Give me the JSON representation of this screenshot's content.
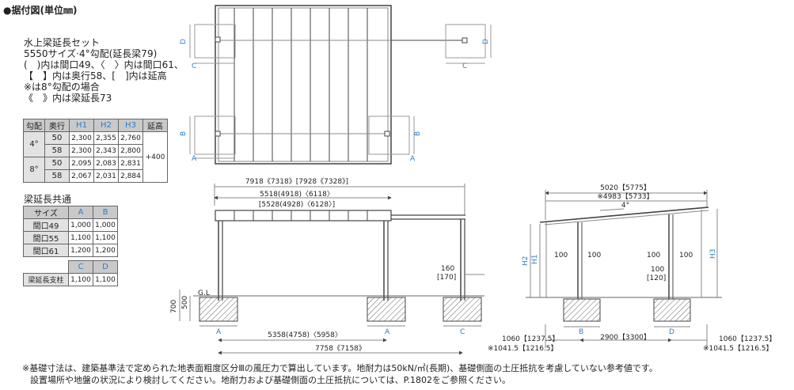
{
  "title": "●据付図(単位㎜)",
  "notes": [
    "水上梁延長セット",
    "5550サイズ·4°勾配(延長梁79)",
    "(　)内は間口49、〈　〉内は間口61、",
    "【　】内は奥行58、[　]内は延高",
    "※は8°勾配の場合",
    "《　》内は梁延長73"
  ],
  "table1": {
    "headers": [
      "勾配",
      "奥行",
      "H1",
      "H2",
      "H3",
      "延高"
    ],
    "rows": [
      {
        "slope": "4°",
        "depth": "50",
        "h1": "2,300",
        "h2": "2,355",
        "h3": "2,760"
      },
      {
        "slope": "",
        "depth": "58",
        "h1": "2,300",
        "h2": "2,343",
        "h3": "2,800"
      },
      {
        "slope": "8°",
        "depth": "50",
        "h1": "2,095",
        "h2": "2,083",
        "h3": "2,831"
      },
      {
        "slope": "",
        "depth": "58",
        "h1": "2,067",
        "h2": "2,031",
        "h3": "2,884"
      }
    ],
    "extension": "+400"
  },
  "beam_title": "梁延長共通",
  "table2": {
    "headers": [
      "サイズ",
      "A",
      "B"
    ],
    "rows": [
      {
        "size": "間口49",
        "a": "1,000",
        "b": "1,000"
      },
      {
        "size": "間口55",
        "a": "1,100",
        "b": "1,100"
      },
      {
        "size": "間口61",
        "a": "1,200",
        "b": "1,200"
      }
    ]
  },
  "table3": {
    "headers": [
      "",
      "C",
      "D"
    ],
    "rows": [
      {
        "label": "梁延長支柱",
        "c": "1,100",
        "d": "1,100"
      }
    ]
  },
  "plan_labels": {
    "A": "A",
    "B": "B",
    "C": "C",
    "D": "D"
  },
  "front": {
    "top1": "7918《7318》[7928《7328》]",
    "top2": "5518(4918)〈6118〉",
    "top3": "[5528(4928)〈6128〉]",
    "post_h": "160",
    "post_h2": "[170]",
    "gl": "G.L",
    "d700": "700",
    "d500": "500",
    "bottom1": "5358(4758)〈5958〉",
    "bottom2": "7758《7158》"
  },
  "side": {
    "top1": "5020【5775】",
    "top2": "※4983【5733】",
    "angle": "4°",
    "h1": "H1",
    "h2": "H2",
    "h3": "H3",
    "arrow100": "100",
    "v100": "100",
    "v120": "[120]",
    "left": "1060【1237.5】",
    "left2": "※1041.5【1216.5】",
    "mid": "2900【3300】",
    "right": "1060【1237.5】",
    "right2": "※1041.5【1216.5】"
  },
  "footnote": [
    "※基礎寸法は、建築基準法で定められた地表面粗度区分Ⅲの風圧力で算出しています。地耐力は50kN/㎡(長期)、基礎側面の土圧抵抗を考慮していない参考値です。",
    "設置場所や地盤の状況により検討してください。地耐力および基礎側面の土圧抵抗については、P.1802をご参照ください。"
  ]
}
